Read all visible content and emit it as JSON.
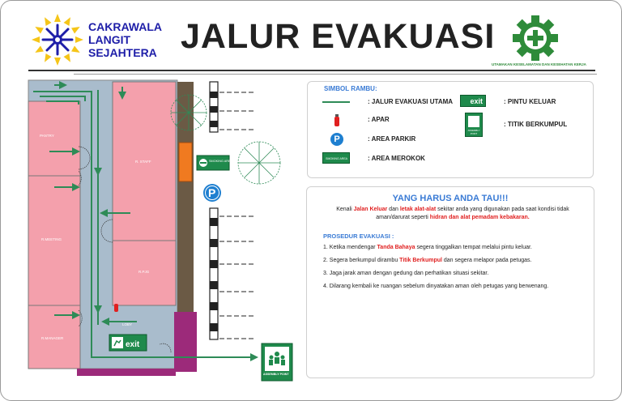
{
  "header": {
    "org_name_line1": "CAKRAWALA",
    "org_name_line2": "LANGIT",
    "org_name_line3": "SEJAHTERA",
    "title": "JALUR EVAKUASI",
    "k3_caption": "UTAMAKAN KESELAMATAN DAN KESEHATAN KERJA"
  },
  "colors": {
    "room_pink": "#f4a0ac",
    "corridor_blue": "#a9bccc",
    "route_green": "#2e8b57",
    "accent_blue": "#3a7bd5",
    "warning_red": "#e02020",
    "door_purple": "#9c2a7a"
  },
  "map": {
    "rooms": {
      "pantry": "PANTRY",
      "staff": "R. STAFF",
      "meeting": "R.MEETING",
      "ppjg": "R.PJG",
      "loby": "LOBY",
      "manager": "R.MANAGER"
    },
    "exit_sign": "exit",
    "smoking_sign": "SMOKING AREA",
    "parking_sign": "P",
    "assembly_sign": "ASSEMBLY POINT"
  },
  "legend": {
    "title": "SIMBOL RAMBU:",
    "items": [
      {
        "label": ": JALUR EVAKUASI UTAMA",
        "icon": "green-line-icon"
      },
      {
        "label": ": APAR",
        "icon": "fire-extinguisher-icon"
      },
      {
        "label": ": AREA PARKIR",
        "icon": "parking-icon"
      },
      {
        "label": ": AREA MEROKOK",
        "icon": "smoking-area-icon"
      },
      {
        "label": ": PINTU KELUAR",
        "icon": "exit-sign-icon"
      },
      {
        "label": ": TITIK BERKUMPUL",
        "icon": "assembly-point-icon"
      }
    ],
    "exit_icon_text": "exit",
    "smoking_icon_text": "SMOKING AREA",
    "parking_icon_text": "P",
    "assembly_icon_text": "ASSEMBLY POINT"
  },
  "info": {
    "title": "YANG HARUS ANDA TAU!!!",
    "intro": {
      "p1": "Kenali ",
      "r1": "Jalan Keluar",
      "p2": " dan ",
      "r2": "letak alat-alat",
      "p3": " sekitar anda yang digunakan pada saat kondisi tidak aman/darurat seperti ",
      "r3": "hidran dan alat pemadam kebakaran."
    },
    "procedure_title": "PROSEDUR EVAKUASI :",
    "procedures": [
      {
        "a": "1. Ketika mendengar ",
        "b": "Tanda Bahaya",
        "c": " segera tinggalkan tempat melalui pintu keluar."
      },
      {
        "a": "2. Segera berkumpul dirambu ",
        "b": "Titik Berkumpul",
        "c": " dan segera melapor pada petugas."
      },
      {
        "a": "3. Jaga jarak aman dengan gedung dan perhatikan situasi sekitar.",
        "b": "",
        "c": ""
      },
      {
        "a": "4. Dilarang kembali ke ruangan sebelum dinyatakan aman oleh petugas yang berwenang.",
        "b": "",
        "c": ""
      }
    ]
  }
}
